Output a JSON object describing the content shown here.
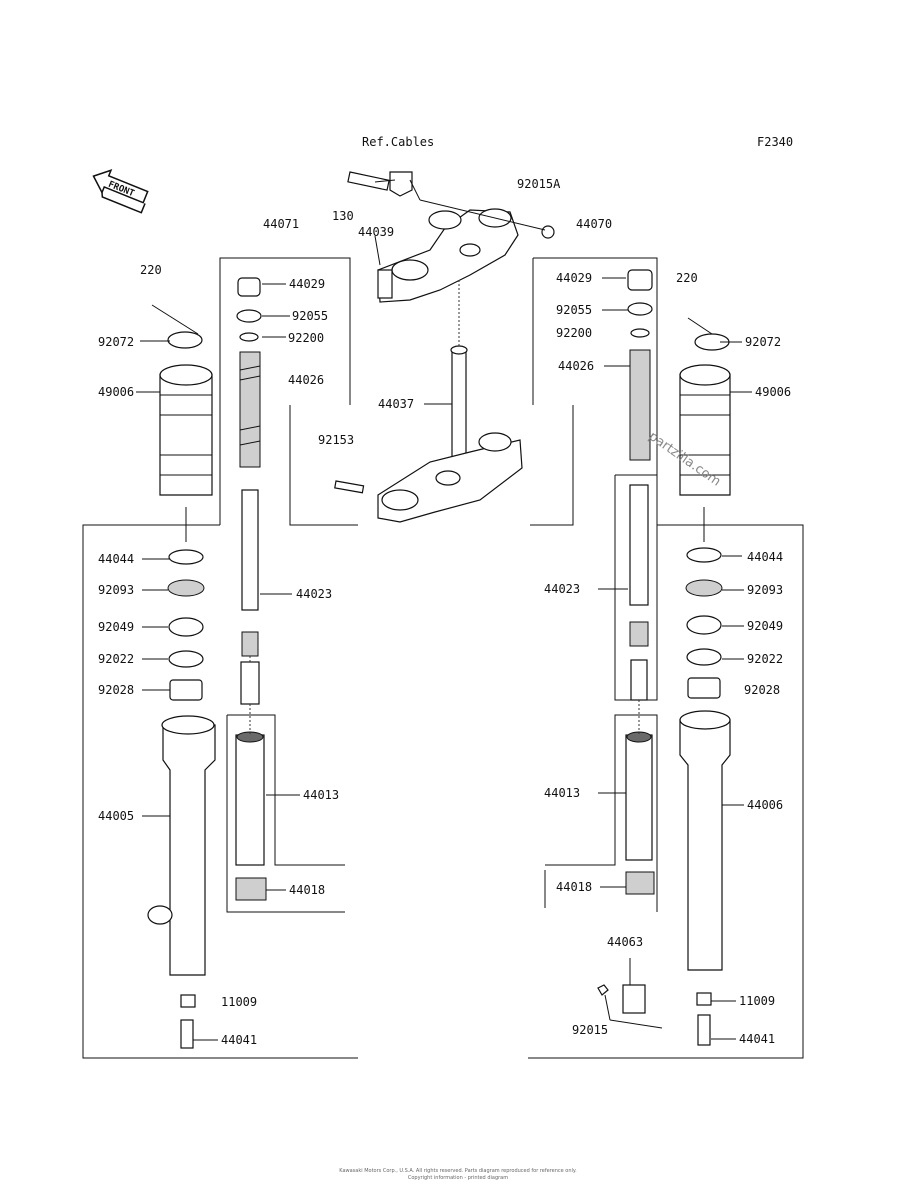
{
  "figure_code": "F2340",
  "ref_note": "Ref.Cables",
  "front_label": "FRONT",
  "watermark": "partzilla.com",
  "footer_line1": "Kawasaki Motors Corp., U.S.A. All rights reserved. Parts diagram reproduced for reference only.",
  "footer_line2": "Copyright information - printed diagram",
  "labels": {
    "p130": "130",
    "p92015A": "92015A",
    "p44070": "44070",
    "p44039": "44039",
    "p44071": "44071",
    "p44037": "44037",
    "p92153": "92153",
    "l220": "220",
    "l92072": "92072",
    "l49006": "49006",
    "l44029": "44029",
    "l92055": "92055",
    "l92200": "92200",
    "l44026": "44026",
    "l44023": "44023",
    "l44044": "44044",
    "l92093": "92093",
    "l92049": "92049",
    "l92022": "92022",
    "l92028": "92028",
    "l44005": "44005",
    "l44013": "44013",
    "l44018": "44018",
    "l11009": "11009",
    "l44041": "44041",
    "r44029": "44029",
    "r92055": "92055",
    "r92200": "92200",
    "r44026": "44026",
    "r220": "220",
    "r92072": "92072",
    "r49006": "49006",
    "r44023": "44023",
    "r44044": "44044",
    "r92093": "92093",
    "r92049": "92049",
    "r92022": "92022",
    "r92028": "92028",
    "r44013": "44013",
    "r44006": "44006",
    "r44018": "44018",
    "r44063": "44063",
    "r92015": "92015",
    "r11009": "11009",
    "r44041": "44041"
  }
}
